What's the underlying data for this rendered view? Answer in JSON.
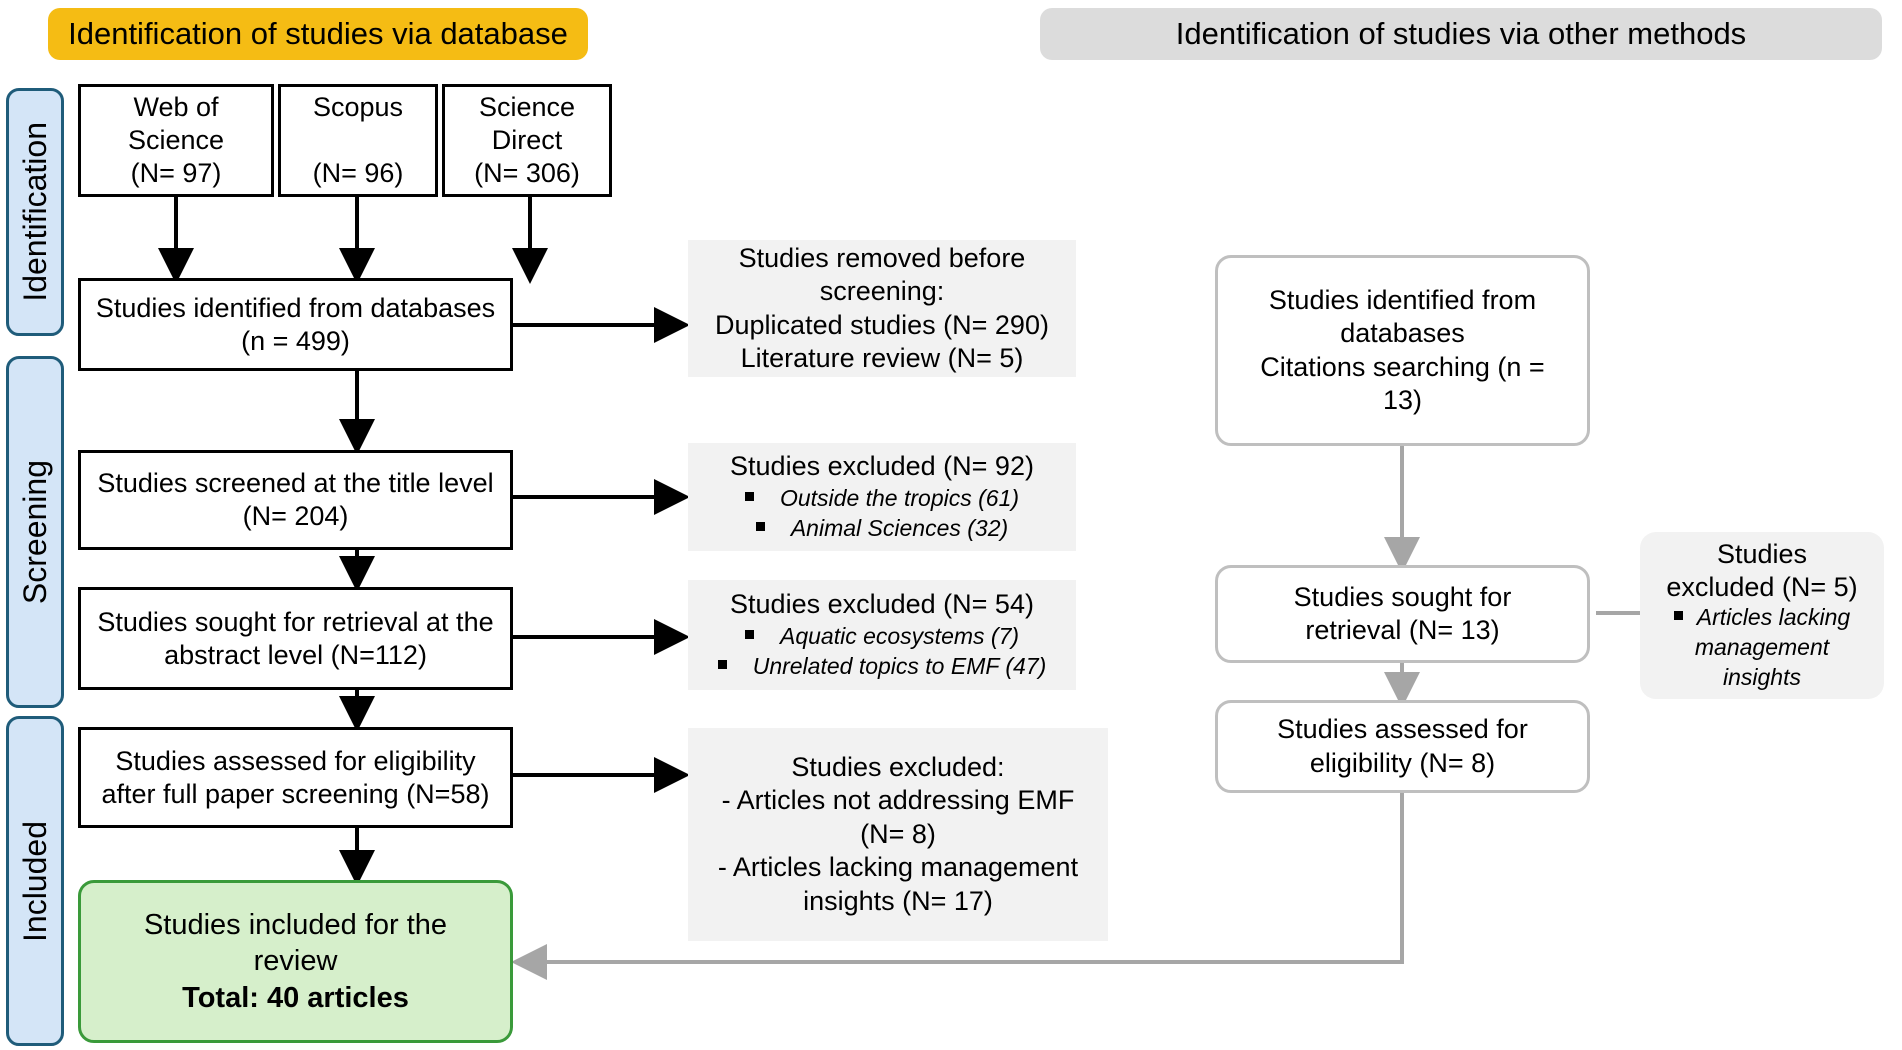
{
  "banners": {
    "database": "Identification of studies via database",
    "other": "Identification of studies via other methods"
  },
  "stages": [
    {
      "label": "Identification"
    },
    {
      "label": "Screening"
    },
    {
      "label": "Included"
    }
  ],
  "sources": [
    {
      "name": "Web of Science",
      "count": "(N= 97)",
      "line1": "Web of",
      "line2": "Science"
    },
    {
      "name": "Scopus",
      "count": "(N= 96)",
      "line1": "Scopus",
      "line2": ""
    },
    {
      "name": "Science Direct",
      "count": "(N= 306)",
      "line1": "Science",
      "line2": "Direct"
    }
  ],
  "left_column": {
    "identified": {
      "line1": "Studies identified from databases",
      "line2": "(n = 499)"
    },
    "screened_title": {
      "line1": "Studies screened at the title level",
      "line2": "(N= 204)"
    },
    "sought_abstract": {
      "line1": "Studies sought for retrieval at the",
      "line2": "abstract level (N=112)"
    },
    "assessed_eligibility": {
      "line1": "Studies assessed for eligibility",
      "line2": "after full paper screening  (N=58)"
    },
    "included": {
      "line1": "Studies included for the",
      "line2": "review",
      "line3": "Total: 40 articles"
    }
  },
  "exclusions": {
    "removed_before_screening": {
      "line1": "Studies removed before",
      "line2": "screening:",
      "line3": "Duplicated studies (N= 290)",
      "line4": "Literature review (N= 5)"
    },
    "excluded_title": {
      "heading": "Studies excluded (N= 92)",
      "items": [
        "Outside the tropics (61)",
        "Animal Sciences (32)"
      ]
    },
    "excluded_abstract": {
      "heading": "Studies excluded (N= 54)",
      "items": [
        "Aquatic ecosystems (7)",
        "Unrelated topics to EMF (47)"
      ]
    },
    "excluded_fulltext": {
      "heading": "Studies excluded:",
      "line1": "-    Articles not addressing EMF",
      "line2": "(N= 8)",
      "line3": "- Articles lacking management",
      "line4": "insights (N= 17)"
    },
    "excluded_other": {
      "heading_line1": "Studies",
      "heading_line2": "excluded (N= 5)",
      "items": [
        "Articles lacking management insights"
      ]
    }
  },
  "right_column": {
    "identified_citations": {
      "line1": "Studies identified from",
      "line2": "databases",
      "line3": "Citations searching (n =",
      "line4": "13)"
    },
    "sought_retrieval": {
      "line1": "Studies sought for",
      "line2": "retrieval (N= 13)"
    },
    "assessed_eligibility": {
      "line1": "Studies assessed for",
      "line2": "eligibility (N= 8)"
    }
  },
  "colors": {
    "banner_database": "#F5BC14",
    "banner_other": "#DCDCDC",
    "stage_fill": "#D4E5F7",
    "stage_stroke": "#1F5C7A",
    "gray_box": "#F2F2F2",
    "included_fill": "#D6EFCB",
    "included_stroke": "#3A9A3A",
    "arrow_black": "#000000",
    "arrow_gray": "#A6A6A6"
  }
}
